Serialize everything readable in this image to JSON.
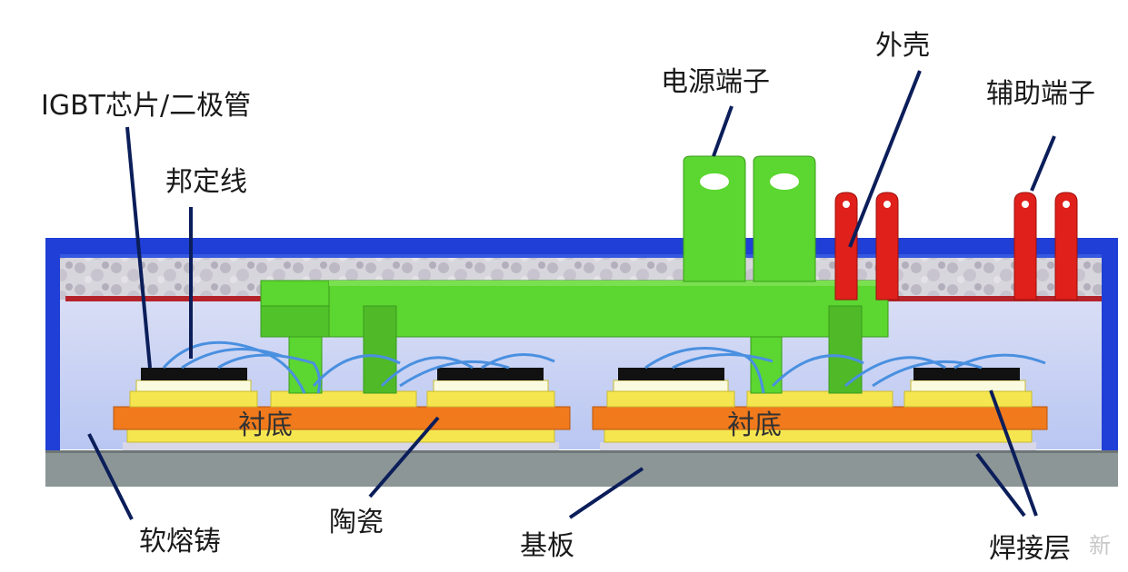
{
  "labels": {
    "igbt_chip": "IGBT芯片/二极管",
    "bond_wire": "邦定线",
    "power_terminal": "电源端子",
    "housing": "外壳",
    "aux_terminal": "辅助端子",
    "substrate_left": "衬底",
    "substrate_right": "衬底",
    "soft_potting": "软熔铸",
    "ceramic": "陶瓷",
    "baseplate": "基板",
    "solder_layer": "焊接层"
  },
  "watermark": "新",
  "colors": {
    "housing": "#1f3fd6",
    "fill": "#c9d4f7",
    "power_terminal": "#5cd630",
    "aux_terminal": "#e0201a",
    "substrate": "#f07a1c",
    "ceramic": "#f5e650",
    "baseplate": "#8c9697",
    "chip": "#111111",
    "bond_wire": "#4a90e0",
    "leader": "#0b1e5a"
  }
}
